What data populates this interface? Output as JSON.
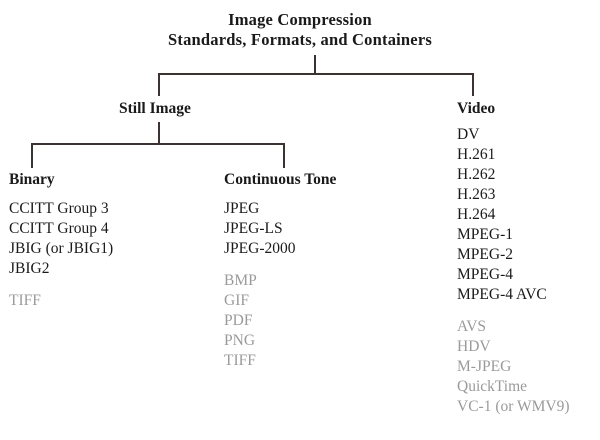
{
  "diagram": {
    "title": {
      "line1": "Image Compression",
      "line2": "Standards, Formats, and Containers"
    },
    "colors": {
      "text": "#1a1a1a",
      "muted": "#9a9a9a",
      "line": "#3a3331",
      "background": "#ffffff"
    },
    "branches": {
      "still_image": "Still Image",
      "video": "Video"
    },
    "columns": {
      "binary": {
        "heading": "Binary",
        "primary": [
          "CCITT Group 3",
          "CCITT Group 4",
          "JBIG (or JBIG1)",
          "JBIG2"
        ],
        "secondary": [
          "TIFF"
        ]
      },
      "continuous_tone": {
        "heading": "Continuous Tone",
        "primary": [
          "JPEG",
          "JPEG-LS",
          "JPEG-2000"
        ],
        "secondary": [
          "BMP",
          "GIF",
          "PDF",
          "PNG",
          "TIFF"
        ]
      },
      "video": {
        "heading": "",
        "primary": [
          "DV",
          "H.261",
          "H.262",
          "H.263",
          "H.264",
          "MPEG-1",
          "MPEG-2",
          "MPEG-4",
          "MPEG-4 AVC"
        ],
        "secondary": [
          "AVS",
          "HDV",
          "M-JPEG",
          "QuickTime",
          "VC-1 (or WMV9)"
        ]
      }
    }
  }
}
